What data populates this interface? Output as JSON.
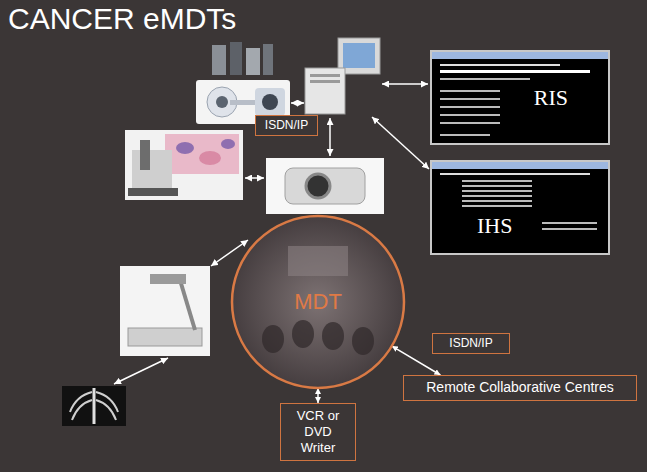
{
  "diagram": {
    "title": "CANCER eMDTs",
    "nodes": [
      {
        "text": [
          "RIS"
        ]
      },
      {
        "text": [
          "ISDN/IP"
        ]
      },
      {
        "text": [
          "IHS"
        ]
      },
      {
        "text": [
          "MDT"
        ]
      },
      {
        "text": [
          "ISDN/IP"
        ]
      },
      {
        "text": [
          "VCR or DVD Writer"
        ]
      },
      {
        "text": [
          "Remote Collaborative Centres"
        ]
      }
    ],
    "edges": [
      {
        "from": 3,
        "to": 5,
        "arrow": "both"
      },
      {
        "from": 3,
        "to": 6,
        "arrow": "both"
      }
    ]
  }
}
